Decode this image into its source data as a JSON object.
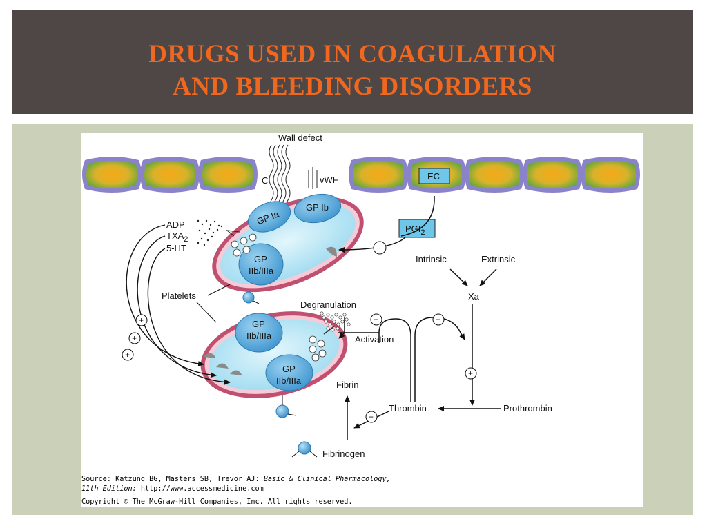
{
  "slide": {
    "title_line1": "DRUGS USED IN COAGULATION",
    "title_line2": "AND BLEEDING DISORDERS"
  },
  "diagram": {
    "wall_defect": "Wall defect",
    "collagen": "C",
    "vwf": "vWF",
    "ec": "EC",
    "pgi": "PGI",
    "pgi_sub": "2",
    "gp_ia": "GP Ia",
    "gp_ib": "GP Ib",
    "gp": "GP",
    "gp_iib_iiia": "IIb/IIIa",
    "adp": "ADP",
    "txa": "TXA",
    "txa_sub": "2",
    "ht": "5-HT",
    "platelets": "Platelets",
    "degranulation": "Degranulation",
    "activation": "Activation",
    "intrinsic": "Intrinsic",
    "extrinsic": "Extrinsic",
    "xa": "Xa",
    "fibrin": "Fibrin",
    "thrombin": "Thrombin",
    "prothrombin": "Prothrombin",
    "fibrinogen": "Fibrinogen",
    "plus": "+",
    "minus": "−"
  },
  "credits": {
    "source_prefix": "Source: Katzung BG, Masters SB, Trevor AJ: ",
    "source_book": "Basic & Clinical Pharmacology,",
    "edition": "11th Edition:",
    "url": " http://www.accessmedicine.com",
    "copyright": "Copyright © The McGraw-Hill Companies, Inc. All rights reserved."
  },
  "colors": {
    "title_band": "#4f4745",
    "title_text": "#f0681f",
    "content_band": "#cbd1b9",
    "cell_core": "#f2a81d",
    "cell_edge": "#5aa83c",
    "platelet_fill": "#aee3f4",
    "membrane": "#c0506f",
    "receptor": "#4ea4d8"
  }
}
